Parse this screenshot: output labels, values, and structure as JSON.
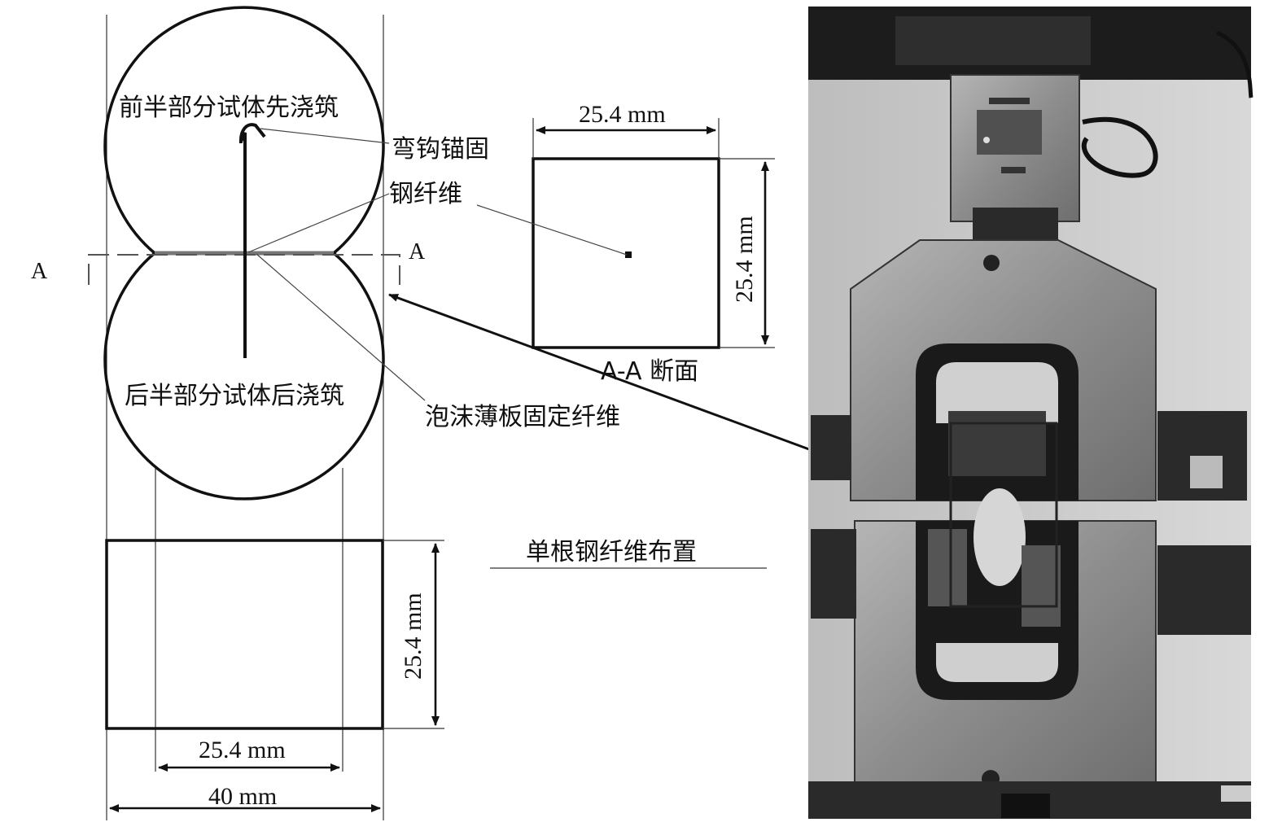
{
  "labels": {
    "front_half": "前半部分试体先浇筑",
    "hook_anchor": "弯钩锚固",
    "steel_fiber": "钢纤维",
    "back_half": "后半部分试体后浇筑",
    "foam_board": "泡沫薄板固定纤维",
    "section_a_left": "A",
    "section_a_right": "A",
    "section_caption": "A-A 断面",
    "single_fiber_layout": "单根钢纤维布置"
  },
  "dimensions": {
    "section_width": "25.4 mm",
    "section_height": "25.4 mm",
    "block_height": "25.4 mm",
    "inner_width": "25.4 mm",
    "outer_width": "40 mm"
  },
  "colors": {
    "line": "#111111",
    "photo_background": "#c8c8c8",
    "grip_metal": "#8a8a8a"
  }
}
